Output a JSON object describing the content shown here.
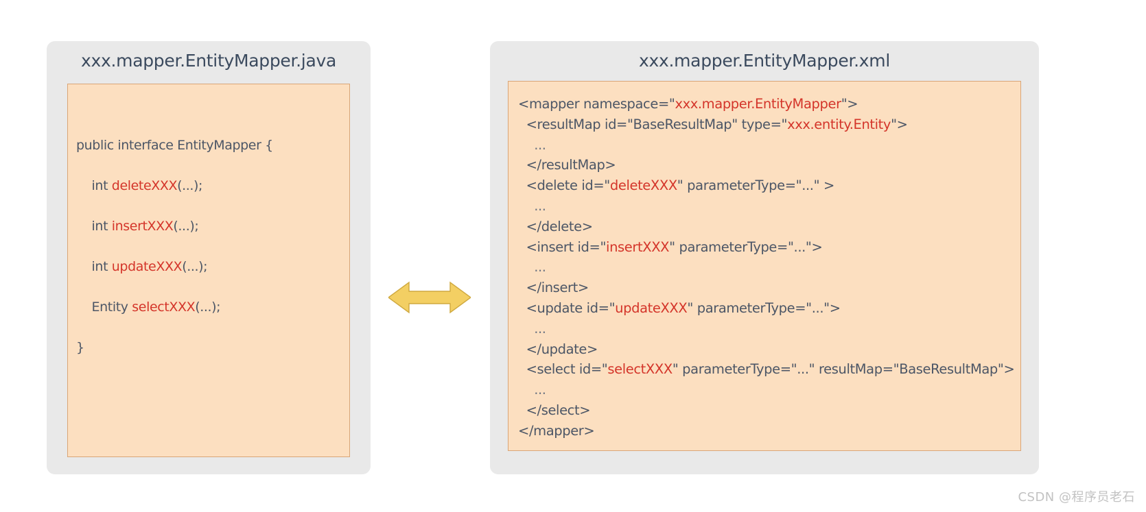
{
  "arrow": {
    "name": "bidirectional-arrow",
    "color": "#f3cf63",
    "stroke": "#cfa93f",
    "direction": "both"
  },
  "watermark": {
    "text": "CSDN @程序员老石"
  },
  "java_panel": {
    "title": "xxx.mapper.EntityMapper.java",
    "lines": [
      [
        {
          "t": "public interface EntityMapper {",
          "c": "plain"
        }
      ],
      [
        {
          "t": "    int ",
          "c": "plain"
        },
        {
          "t": "deleteXXX",
          "c": "hl"
        },
        {
          "t": "(...);",
          "c": "plain"
        }
      ],
      [
        {
          "t": "    int ",
          "c": "plain"
        },
        {
          "t": "insertXXX",
          "c": "hl"
        },
        {
          "t": "(...);",
          "c": "plain"
        }
      ],
      [
        {
          "t": "    int ",
          "c": "plain"
        },
        {
          "t": "updateXXX",
          "c": "hl"
        },
        {
          "t": "(...);",
          "c": "plain"
        }
      ],
      [
        {
          "t": "    Entity ",
          "c": "plain"
        },
        {
          "t": "selectXXX",
          "c": "hl"
        },
        {
          "t": "(...);",
          "c": "plain"
        }
      ],
      [
        {
          "t": "}",
          "c": "plain"
        }
      ]
    ]
  },
  "xml_panel": {
    "title": "xxx.mapper.EntityMapper.xml",
    "lines": [
      [
        {
          "t": "<mapper namespace=\"",
          "c": "plain"
        },
        {
          "t": "xxx.mapper.EntityMapper",
          "c": "hl"
        },
        {
          "t": "\">",
          "c": "plain"
        }
      ],
      [
        {
          "t": "  <resultMap id=\"BaseResultMap\" type=\"",
          "c": "plain"
        },
        {
          "t": "xxx.entity.Entity",
          "c": "hl"
        },
        {
          "t": "\">",
          "c": "plain"
        }
      ],
      [
        {
          "t": "    ...",
          "c": "dots"
        }
      ],
      [
        {
          "t": "  </resultMap>",
          "c": "plain"
        }
      ],
      [
        {
          "t": "  <delete id=\"",
          "c": "plain"
        },
        {
          "t": "deleteXXX",
          "c": "hl"
        },
        {
          "t": "\" parameterType=\"...\" >",
          "c": "plain"
        }
      ],
      [
        {
          "t": "    ...",
          "c": "dots"
        }
      ],
      [
        {
          "t": "  </delete>",
          "c": "plain"
        }
      ],
      [
        {
          "t": "  <insert id=\"",
          "c": "plain"
        },
        {
          "t": "insertXXX",
          "c": "hl"
        },
        {
          "t": "\" parameterType=\"...\">",
          "c": "plain"
        }
      ],
      [
        {
          "t": "    ...",
          "c": "dots"
        }
      ],
      [
        {
          "t": "  </insert>",
          "c": "plain"
        }
      ],
      [
        {
          "t": "  <update id=\"",
          "c": "plain"
        },
        {
          "t": "updateXXX",
          "c": "hl"
        },
        {
          "t": "\" parameterType=\"...\">",
          "c": "plain"
        }
      ],
      [
        {
          "t": "    ...",
          "c": "dots"
        }
      ],
      [
        {
          "t": "  </update>",
          "c": "plain"
        }
      ],
      [
        {
          "t": "  <select id=\"",
          "c": "plain"
        },
        {
          "t": "selectXXX",
          "c": "hl"
        },
        {
          "t": "\" parameterType=\"...\" resultMap=\"BaseResultMap\">",
          "c": "plain"
        }
      ],
      [
        {
          "t": "    ...",
          "c": "dots"
        }
      ],
      [
        {
          "t": "  </select>",
          "c": "plain"
        }
      ],
      [
        {
          "t": "</mapper>",
          "c": "plain"
        }
      ]
    ]
  }
}
